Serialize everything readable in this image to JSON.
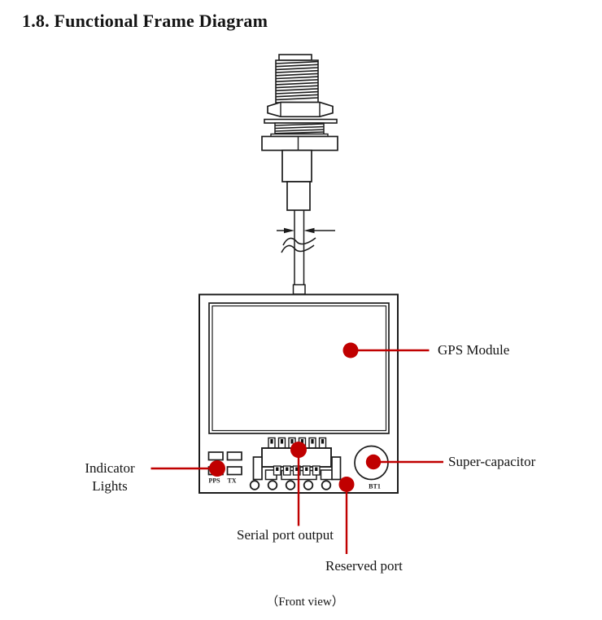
{
  "page": {
    "title": "1.8. Functional Frame Diagram",
    "front_view_caption": "（Front view）"
  },
  "callouts": {
    "gps_module": {
      "label": "GPS Module"
    },
    "super_capacitor": {
      "label": "Super-capacitor"
    },
    "indicator_lights": {
      "label_line1": "Indicator",
      "label_line2": "Lights"
    },
    "serial_port": {
      "label": "Serial port output"
    },
    "reserved_port": {
      "label": "Reserved port"
    }
  },
  "board_labels": {
    "pps": "PPS",
    "tx": "TX",
    "bt1": "BT1"
  },
  "colors": {
    "callout_red": "#C00000",
    "linework_black": "#1C1C1C",
    "background": "#FFFFFF"
  }
}
